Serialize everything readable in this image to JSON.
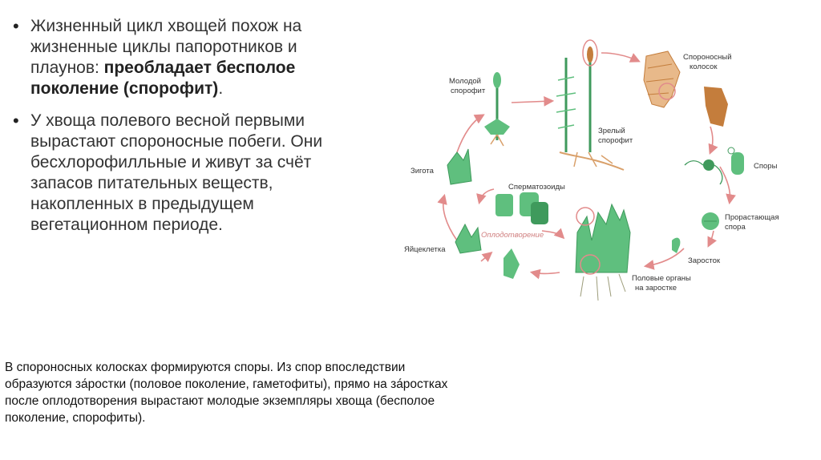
{
  "bullets": [
    {
      "text_plain": "Жизненный цикл хвощей похож на жизненные циклы папоротников и плаунов: ",
      "text_bold": "преобладает бесполое поколение (спорофит)",
      "text_tail": "."
    },
    {
      "text_plain": "У хвоща полевого весной первыми вырастают спороносные побеги. Они бесхлорофилльные и живут за счёт запасов питательных веществ, накопленных в предыдущем вегетационном периоде.",
      "text_bold": "",
      "text_tail": ""
    }
  ],
  "note": "В спороносных колосках формируются споры. Из спор впоследствии образуются за́ростки (половое поколение, гаметофиты), прямо на за́ростках после оплодотворения вырастают молодые экземпляры хвоща (бесполое поколение, спорофиты).",
  "diagram": {
    "labels": {
      "young": [
        "Молодой",
        "спорофит"
      ],
      "mature": [
        "Зрелый",
        "спорофит"
      ],
      "spikelet": [
        "Спороносный",
        "колосок"
      ],
      "spores": "Споры",
      "germinating": [
        "Прорастающая",
        "спора"
      ],
      "prothallus": "Заросток",
      "organs": [
        "Половые органы",
        "на заростке"
      ],
      "sperm": "Сперматозоиды",
      "fertilization": "Оплодотворение",
      "egg": "Яйцеклетка",
      "zygote": "Зигота"
    },
    "colors": {
      "green": "#5fbf7e",
      "dark_green": "#3f9a5c",
      "arrow": "#e28b8b",
      "tan": "#d9a06a",
      "brown": "#c47d3c"
    }
  }
}
